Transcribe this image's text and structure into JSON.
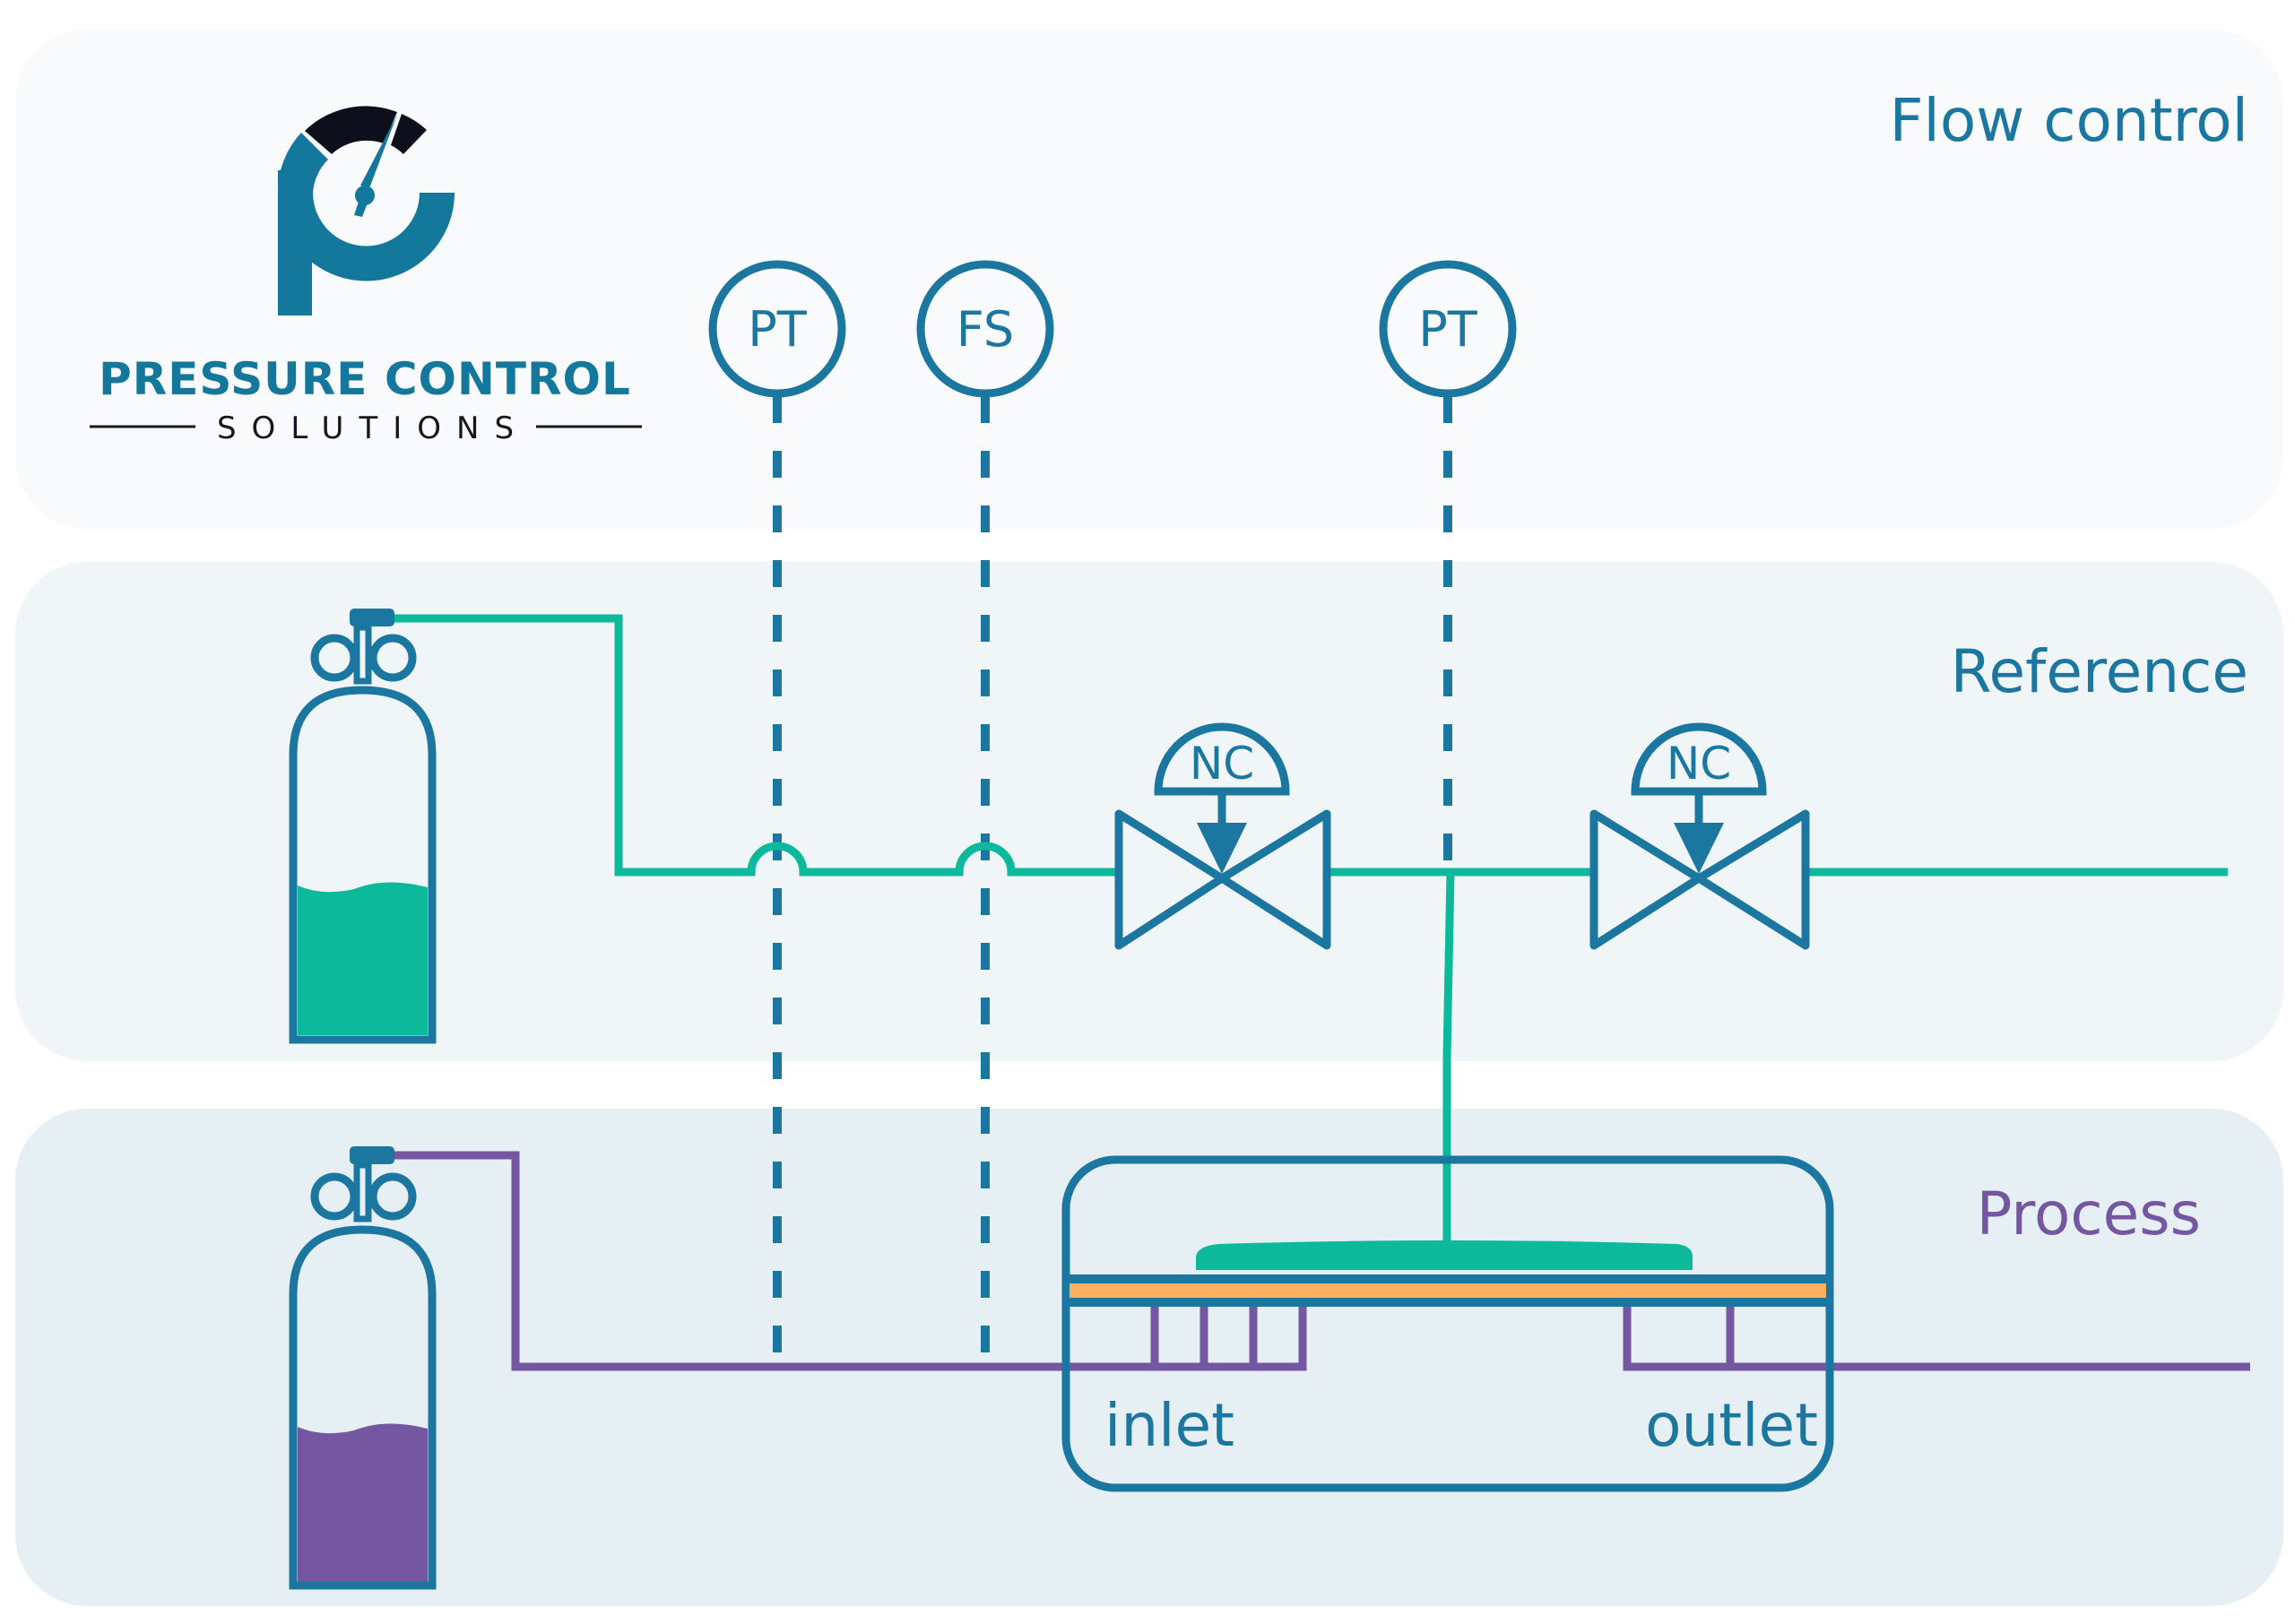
{
  "colors": {
    "instrument_blue": "#1b76a0",
    "reference_green": "#0cb99a",
    "process_purple": "#7457a0",
    "membrane_orange": "#fdb160",
    "logo_blue": "#14779c",
    "logo_dark": "#0d101c",
    "panel_flow_bg": "#f8fafc",
    "panel_reference_bg": "#f0f5f8",
    "panel_process_bg": "#e6eff3"
  },
  "logo": {
    "title": "PRESSURE CONTROL",
    "subtitle": "SOLUTIONS",
    "icon": "pressure-gauge-p-icon"
  },
  "panels": {
    "flow_control": {
      "label": "Flow control"
    },
    "reference": {
      "label": "Reference"
    },
    "process": {
      "label": "Process"
    }
  },
  "instruments": [
    {
      "tag": "PT",
      "type": "pressure-transmitter",
      "connects_to": "process line"
    },
    {
      "tag": "FS",
      "type": "flow-sensor",
      "connects_to": "process line"
    },
    {
      "tag": "PT",
      "type": "pressure-transmitter",
      "connects_to": "reference line"
    }
  ],
  "valves": [
    {
      "actuator_label": "NC",
      "type": "normally-closed actuated valve"
    },
    {
      "actuator_label": "NC",
      "type": "normally-closed actuated valve"
    }
  ],
  "cylinders": {
    "reference": {
      "name": "reference gas cylinder",
      "fill_level": 0.38
    },
    "process": {
      "name": "process gas cylinder",
      "fill_level": 0.38
    }
  },
  "chamber": {
    "inlet_label": "inlet",
    "outlet_label": "outlet",
    "inlet_ports": 4,
    "outlet_ports": 2
  }
}
